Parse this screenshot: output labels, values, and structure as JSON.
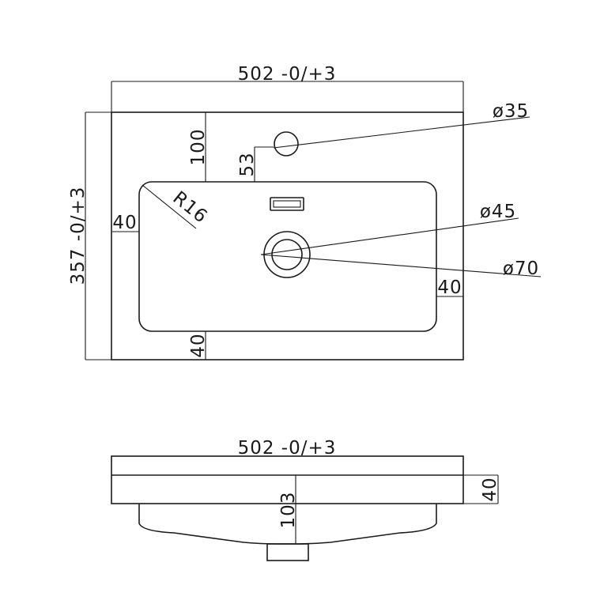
{
  "top_view": {
    "overall_width": "502 -0/+3",
    "overall_depth": "357 -0/+3",
    "tap_hole_diameter": "ø35",
    "tap_hole_offset_back": "100",
    "tap_hole_offset_bowl": "53",
    "corner_radius": "R16",
    "bowl_margin_left": "40",
    "bowl_margin_right": "40",
    "bowl_margin_front": "40",
    "waste_inner_diameter": "ø45",
    "waste_outer_diameter": "ø70"
  },
  "side_view": {
    "overall_width": "502 -0/+3",
    "slab_thickness": "40",
    "bowl_depth": "103"
  }
}
